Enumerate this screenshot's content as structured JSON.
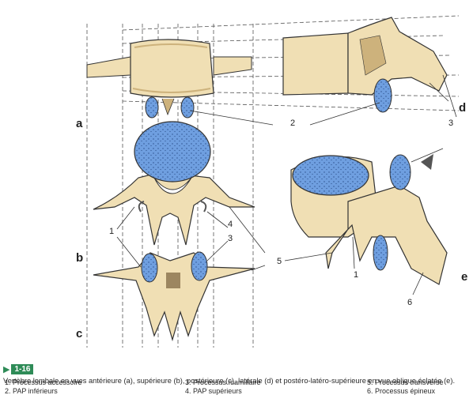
{
  "views": {
    "a": "a",
    "b": "b",
    "c": "c",
    "d": "d",
    "e": "e"
  },
  "callouts": {
    "n1_left": "1",
    "n1_right": "1",
    "n2": "2",
    "n3_top": "3",
    "n3_mid": "3",
    "n4": "4",
    "n5": "5",
    "n6": "6"
  },
  "caption": {
    "figure_number": "1-16",
    "text": "Vertèbre lombale en vues antérieure (a), supérieure (b), postérieure (c), latérale (d) et postéro-latéro-supérieure en vue oblique éclatée (e).",
    "legend": [
      "1. Processus accessoire",
      "2. PAP inférieurs",
      "3. Processus mamillaire",
      "4. PAP supérieurs",
      "5. Processus transverse",
      "6. Processus épineux"
    ]
  },
  "colors": {
    "bone": "#f0dfb4",
    "bone_shadow": "#cdb27c",
    "cartilage_blue": "#6f9fe0",
    "line": "#333333"
  }
}
